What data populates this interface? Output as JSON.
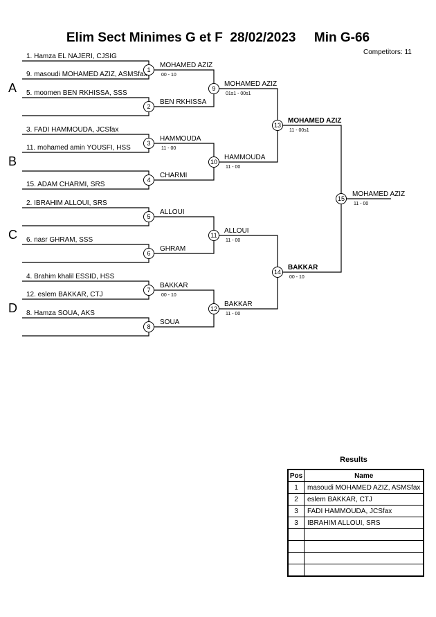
{
  "header": {
    "title": "Elim Sect Minimes G et F  28/02/2023     Min G-66",
    "competitors": "Competitors: 11"
  },
  "pools": [
    "A",
    "B",
    "C",
    "D"
  ],
  "entrants": [
    "1. Hamza EL NAJERI, CJSIG",
    "9. masoudi MOHAMED AZIZ, ASMSfax",
    "5. moomen BEN RKHISSA, SSS",
    "3. FADI HAMMOUDA, JCSfax",
    "11. mohamed amin YOUSFI, HSS",
    "15. ADAM CHARMI, SRS",
    "2. IBRAHIM ALLOUI, SRS",
    "6. nasr GHRAM, SSS",
    "4. Brahim khalil ESSID, HSS",
    "12. eslem BAKKAR, CTJ",
    "8. Hamza SOUA, AKS"
  ],
  "matches": [
    {
      "num": "1",
      "winner": "MOHAMED AZIZ",
      "score": "00 - 10"
    },
    {
      "num": "2",
      "winner": "BEN RKHISSA",
      "score": ""
    },
    {
      "num": "3",
      "winner": "HAMMOUDA",
      "score": "11 - 00"
    },
    {
      "num": "4",
      "winner": "CHARMI",
      "score": ""
    },
    {
      "num": "5",
      "winner": "ALLOUI",
      "score": ""
    },
    {
      "num": "6",
      "winner": "GHRAM",
      "score": ""
    },
    {
      "num": "7",
      "winner": "BAKKAR",
      "score": "00 - 10"
    },
    {
      "num": "8",
      "winner": "SOUA",
      "score": ""
    },
    {
      "num": "9",
      "winner": "MOHAMED AZIZ",
      "score": "01s1 - 00s1"
    },
    {
      "num": "10",
      "winner": "HAMMOUDA",
      "score": "11 - 00"
    },
    {
      "num": "11",
      "winner": "ALLOUI",
      "score": "11 - 00"
    },
    {
      "num": "12",
      "winner": "BAKKAR",
      "score": "11 - 00"
    },
    {
      "num": "13",
      "winner": "MOHAMED AZIZ",
      "score": "11 - 00s1"
    },
    {
      "num": "14",
      "winner": "BAKKAR",
      "score": "00 - 10"
    },
    {
      "num": "15",
      "winner": "MOHAMED AZIZ",
      "score": "11 - 00"
    }
  ],
  "results": {
    "title": "Results",
    "headers": {
      "pos": "Pos",
      "name": "Name"
    },
    "rows": [
      {
        "pos": "1",
        "name": "masoudi MOHAMED AZIZ, ASMSfax"
      },
      {
        "pos": "2",
        "name": "eslem BAKKAR, CTJ"
      },
      {
        "pos": "3",
        "name": "FADI HAMMOUDA, JCSfax"
      },
      {
        "pos": "3",
        "name": "IBRAHIM ALLOUI, SRS"
      },
      {
        "pos": "",
        "name": ""
      },
      {
        "pos": "",
        "name": ""
      },
      {
        "pos": "",
        "name": ""
      },
      {
        "pos": "",
        "name": ""
      }
    ]
  }
}
